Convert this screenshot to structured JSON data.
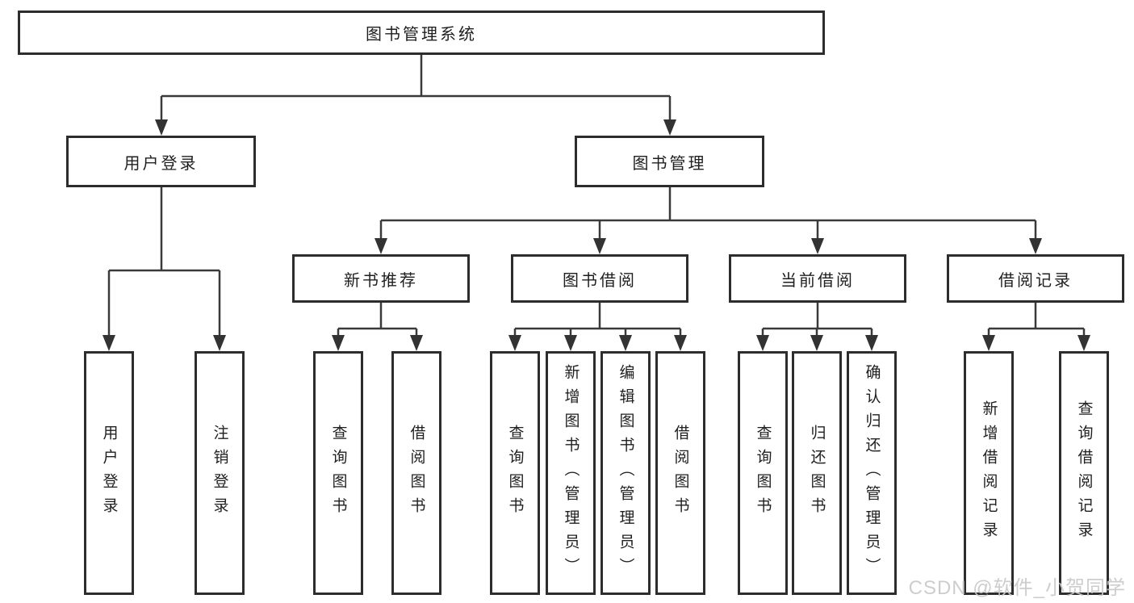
{
  "tree": {
    "root": {
      "label": "图书管理系统",
      "children": [
        {
          "label": "用户登录",
          "children": [
            {
              "label": "用户登录"
            },
            {
              "label": "注销登录"
            }
          ]
        },
        {
          "label": "图书管理",
          "children": [
            {
              "label": "新书推荐",
              "children": [
                {
                  "label": "查询图书"
                },
                {
                  "label": "借阅图书"
                }
              ]
            },
            {
              "label": "图书借阅",
              "children": [
                {
                  "label": "查询图书"
                },
                {
                  "label": "新增图书（管理员）"
                },
                {
                  "label": "编辑图书（管理员）"
                },
                {
                  "label": "借阅图书"
                }
              ]
            },
            {
              "label": "当前借阅",
              "children": [
                {
                  "label": "查询图书"
                },
                {
                  "label": "归还图书"
                },
                {
                  "label": "确认归还（管理员）"
                }
              ]
            },
            {
              "label": "借阅记录",
              "children": [
                {
                  "label": "新增借阅记录"
                },
                {
                  "label": "查询借阅记录"
                }
              ]
            }
          ]
        }
      ]
    }
  },
  "watermark": "CSDN @软件_小贺同学",
  "colors": {
    "box_border": "#2d2d2d",
    "line": "#3a3a3a",
    "arrow_fill": "#333333",
    "text": "#1f1f1f",
    "watermark": "#c9c9c9",
    "background": "#ffffff"
  }
}
